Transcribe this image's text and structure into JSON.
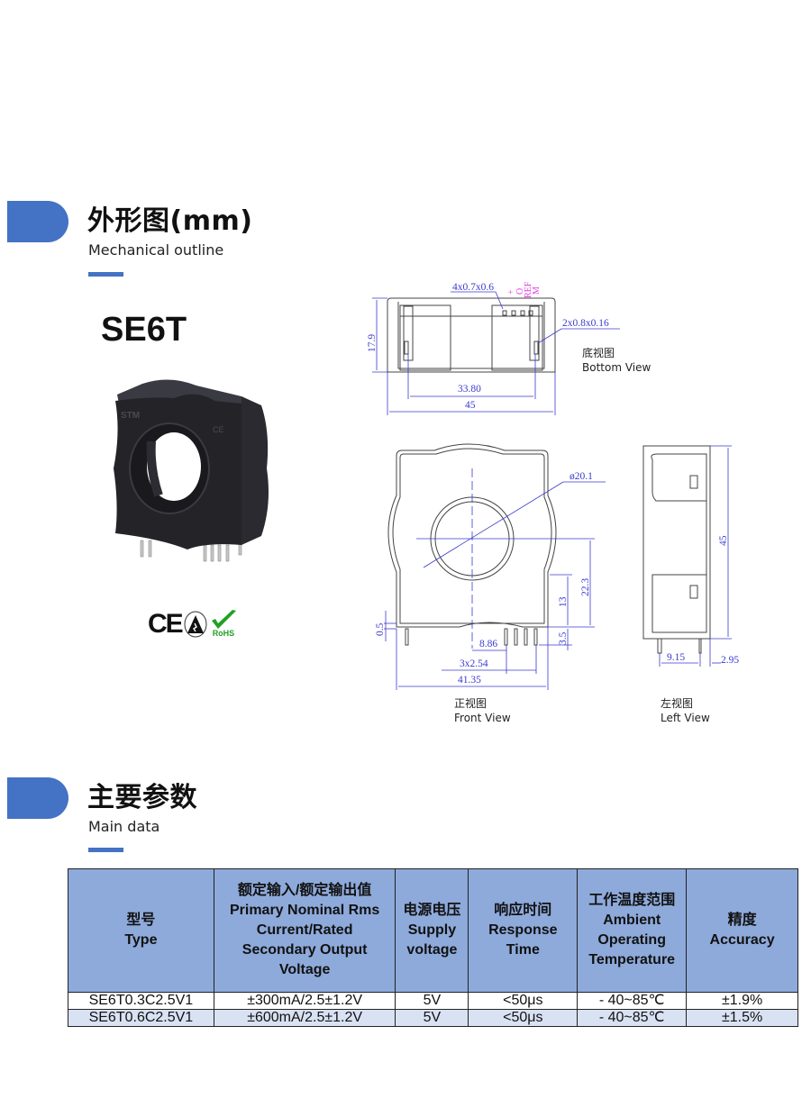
{
  "section_outline": {
    "title": "外形图(mm)",
    "subtitle": "Mechanical outline"
  },
  "product": {
    "name": "SE6T",
    "body_marks": [
      "STM",
      "CE"
    ],
    "certifications": [
      "CE",
      "ESD",
      "RoHS"
    ]
  },
  "drawings": {
    "bottom_view": {
      "caption_cn": "底视图",
      "caption_en": "Bottom View",
      "dims": {
        "pins_main": "4x0.7x0.6",
        "pins_mount": "2x0.8x0.16",
        "height": "17.9",
        "pin_spacing": "33.80",
        "width": "45"
      },
      "pin_labels": [
        "+",
        "O",
        "REF",
        "M"
      ]
    },
    "front_view": {
      "caption_cn": "正视图",
      "caption_en": "Front View",
      "dims": {
        "hole_diameter": "ø20.1",
        "center_height": "22.3",
        "pin_height": "13",
        "pin_length": "3.5",
        "standoff": "0.5",
        "pin_offset": "8.86",
        "pin_pitch": "3x2.54",
        "width": "41.35"
      }
    },
    "left_view": {
      "caption_cn": "左视图",
      "caption_en": "Left View",
      "dims": {
        "height": "45",
        "pin_spacing": "9.15",
        "pin_offset": "2.95"
      }
    }
  },
  "section_data": {
    "title": "主要参数",
    "subtitle": "Main data"
  },
  "table": {
    "headers": [
      {
        "cn": "型号",
        "en": "Type"
      },
      {
        "cn": "额定输入/额定输出值",
        "en": "Primary Nominal Rms Current/Rated Secondary Output Voltage"
      },
      {
        "cn": "电源电压",
        "en": "Supply voltage"
      },
      {
        "cn": "响应时间",
        "en": "Response Time"
      },
      {
        "cn": "工作温度范围",
        "en": "Ambient Operating Temperature"
      },
      {
        "cn": "精度",
        "en": "Accuracy"
      }
    ],
    "rows": [
      [
        "SE6T0.3C2.5V1",
        "±300mA/2.5±1.2V",
        "5V",
        "<50μs",
        "- 40~85℃",
        "±1.9%"
      ],
      [
        "SE6T0.6C2.5V1",
        "±600mA/2.5±1.2V",
        "5V",
        "<50μs",
        "- 40~85℃",
        "±1.5%"
      ]
    ]
  },
  "colors": {
    "accent": "#4472c4",
    "header_bg": "#8eaadb",
    "row_alt_bg": "#d9e2f3",
    "dimension_line": "#3a3ad0",
    "pin_label": "#e040e0"
  }
}
